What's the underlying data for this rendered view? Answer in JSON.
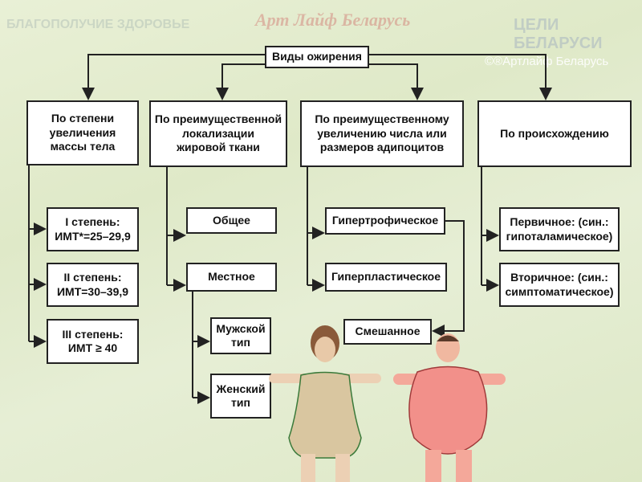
{
  "watermarks": {
    "left": "БЛАГОПОЛУЧИЕ ЗДОРОВЬЕ",
    "center": "Арт Лайф Беларусь",
    "right": "ЦЕЛИ БЕЛАРУСИ",
    "copyright": "©®Артлайф Беларусь"
  },
  "root": "Виды ожирения",
  "categories": [
    {
      "label": "По степени\nувеличения\nмассы тела",
      "children": [
        "I степень:\nИМТ*=25–29,9",
        "II степень:\nИМТ=30–39,9",
        "III степень:\nИМТ ≥ 40"
      ]
    },
    {
      "label": "По преимущественной\nлокализации\nжировой ткани",
      "children": [
        "Общее",
        "Местное"
      ],
      "subchildren": [
        "Мужской\nтип",
        "Женский\nтип"
      ]
    },
    {
      "label": "По преимущественному\nувеличению числа или\nразмеров адипоцитов",
      "children": [
        "Гипертрофическое",
        "Гиперпластическое"
      ],
      "merged": "Смешанное"
    },
    {
      "label": "По происхождению",
      "children": [
        "Первичное: (син.:\nгипоталамическое)",
        "Вторичное: (син.:\nсимптоматическое)"
      ]
    }
  ]
}
